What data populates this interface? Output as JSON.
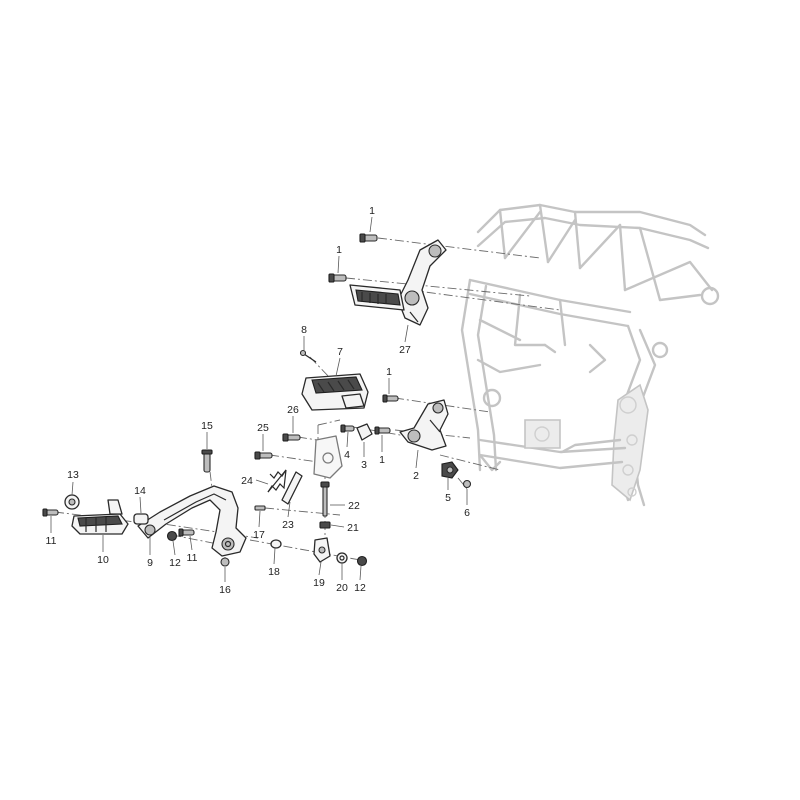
{
  "callouts": [
    {
      "id": "c1a",
      "label": "1"
    },
    {
      "id": "c1b",
      "label": "1"
    },
    {
      "id": "c27",
      "label": "27"
    },
    {
      "id": "c8",
      "label": "8"
    },
    {
      "id": "c7",
      "label": "7"
    },
    {
      "id": "c1c",
      "label": "1"
    },
    {
      "id": "c1d",
      "label": "1"
    },
    {
      "id": "c26",
      "label": "26"
    },
    {
      "id": "c25",
      "label": "25"
    },
    {
      "id": "c4",
      "label": "4"
    },
    {
      "id": "c3",
      "label": "3"
    },
    {
      "id": "c2",
      "label": "2"
    },
    {
      "id": "c15",
      "label": "15"
    },
    {
      "id": "c24",
      "label": "24"
    },
    {
      "id": "c5",
      "label": "5"
    },
    {
      "id": "c6",
      "label": "6"
    },
    {
      "id": "c13",
      "label": "13"
    },
    {
      "id": "c14",
      "label": "14"
    },
    {
      "id": "c22",
      "label": "22"
    },
    {
      "id": "c23",
      "label": "23"
    },
    {
      "id": "c21",
      "label": "21"
    },
    {
      "id": "c11a",
      "label": "11"
    },
    {
      "id": "c17",
      "label": "17"
    },
    {
      "id": "c10",
      "label": "10"
    },
    {
      "id": "c9",
      "label": "9"
    },
    {
      "id": "c12a",
      "label": "12"
    },
    {
      "id": "c11b",
      "label": "11"
    },
    {
      "id": "c18",
      "label": "18"
    },
    {
      "id": "c16",
      "label": "16"
    },
    {
      "id": "c19",
      "label": "19"
    },
    {
      "id": "c20",
      "label": "20"
    },
    {
      "id": "c12b",
      "label": "12"
    }
  ]
}
